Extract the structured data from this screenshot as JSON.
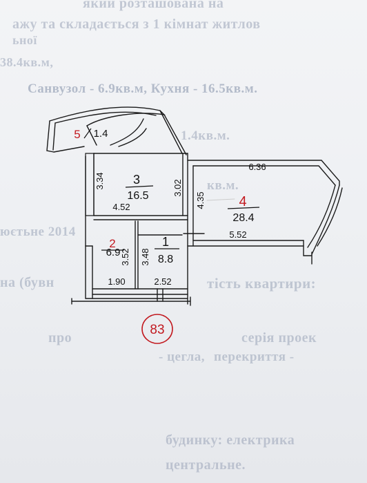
{
  "background_text": {
    "line1": "який розташована на",
    "line2": "ажу та складається з 1 кімнат житлов",
    "line3": "ьної",
    "line4": "38.4кв.м,",
    "line5": "Санвузол - 6.9кв.м, Кухня - 16.5кв.м.",
    "line6": "1.4кв.м.",
    "line7": "кв.м.",
    "line8": "юєтьне 2014",
    "line9": "на (бувн",
    "line10": "тість квартири:",
    "line11": "про",
    "line12": "серія проек",
    "line13": "- цегла,",
    "line14": "перекриття -",
    "line15": "будинку:  електрика",
    "line16": "центральне."
  },
  "plan": {
    "room1": {
      "number": "1",
      "area": "8.8"
    },
    "room2": {
      "number": "2",
      "area": "6.9"
    },
    "room3": {
      "number": "3",
      "area": "16.5"
    },
    "room4": {
      "number": "4",
      "area": "28.4"
    },
    "room5": {
      "number": "5",
      "area": "1.4"
    },
    "dims": {
      "d334": "3.34",
      "d452": "4.52",
      "d302": "3.02",
      "d435": "4.35",
      "d636": "6.36",
      "d552": "5.52",
      "d352": "3.52",
      "d348": "3.48",
      "d190": "1.90",
      "d252": "2.52"
    },
    "stamp": "83"
  }
}
